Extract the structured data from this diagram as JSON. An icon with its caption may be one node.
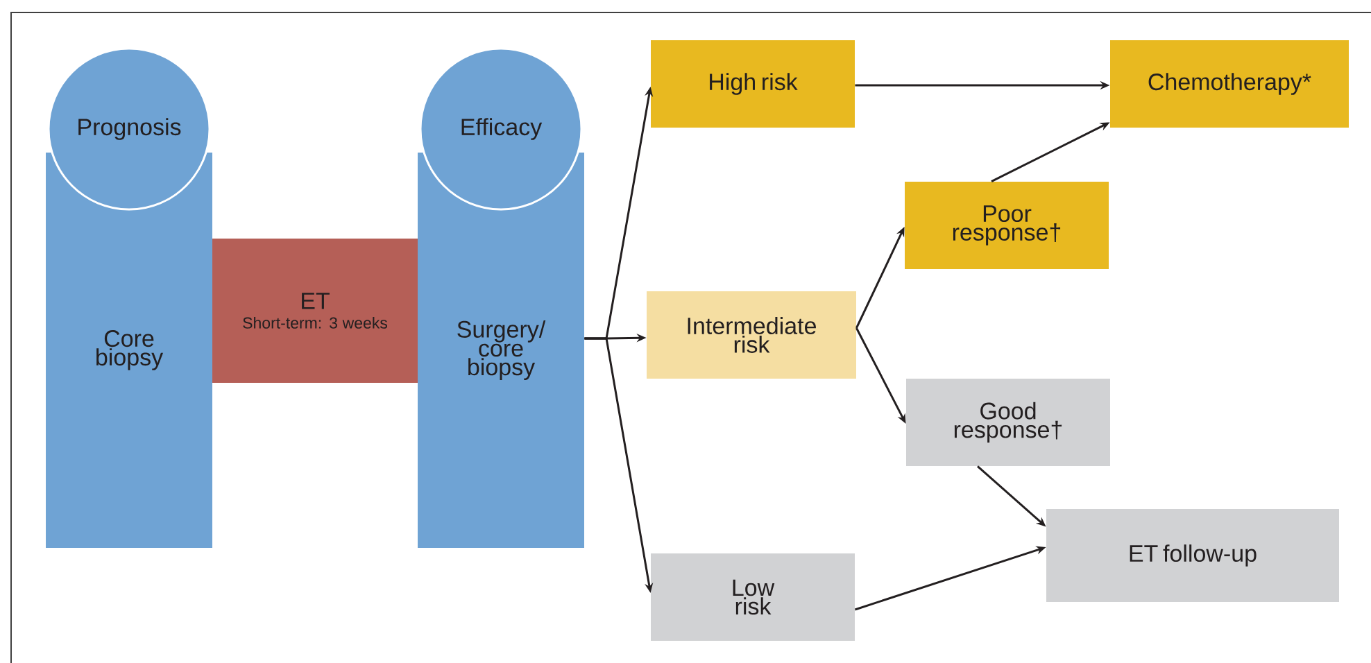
{
  "diagram": {
    "nodes": [
      {
        "text": [
          "Prognosis"
        ]
      },
      {
        "text": [
          "Core biopsy"
        ]
      },
      {
        "text": [
          "ET",
          "Short-term: 3 weeks"
        ]
      },
      {
        "text": [
          "Efficacy"
        ]
      },
      {
        "text": [
          "Surgery/ core biopsy"
        ]
      },
      {
        "text": [
          "High risk"
        ]
      },
      {
        "text": [
          "Chemotherapy*"
        ]
      },
      {
        "text": [
          "Poor response†"
        ]
      },
      {
        "text": [
          "Intermediate risk"
        ]
      },
      {
        "text": [
          "Good response†"
        ]
      },
      {
        "text": [
          "ET follow-up"
        ]
      },
      {
        "text": [
          "Low risk"
        ]
      }
    ],
    "edges": [
      {
        "from": 4,
        "to": 5,
        "arrow": "to"
      },
      {
        "from": 4,
        "to": 8,
        "arrow": "to"
      },
      {
        "from": 4,
        "to": 11,
        "arrow": "to"
      },
      {
        "from": 5,
        "to": 6,
        "arrow": "to"
      },
      {
        "from": 8,
        "to": 7,
        "arrow": "to"
      },
      {
        "from": 8,
        "to": 9,
        "arrow": "to"
      },
      {
        "from": 7,
        "to": 6,
        "arrow": "to"
      },
      {
        "from": 9,
        "to": 10,
        "arrow": "to"
      },
      {
        "from": 11,
        "to": 10,
        "arrow": "to"
      }
    ]
  }
}
